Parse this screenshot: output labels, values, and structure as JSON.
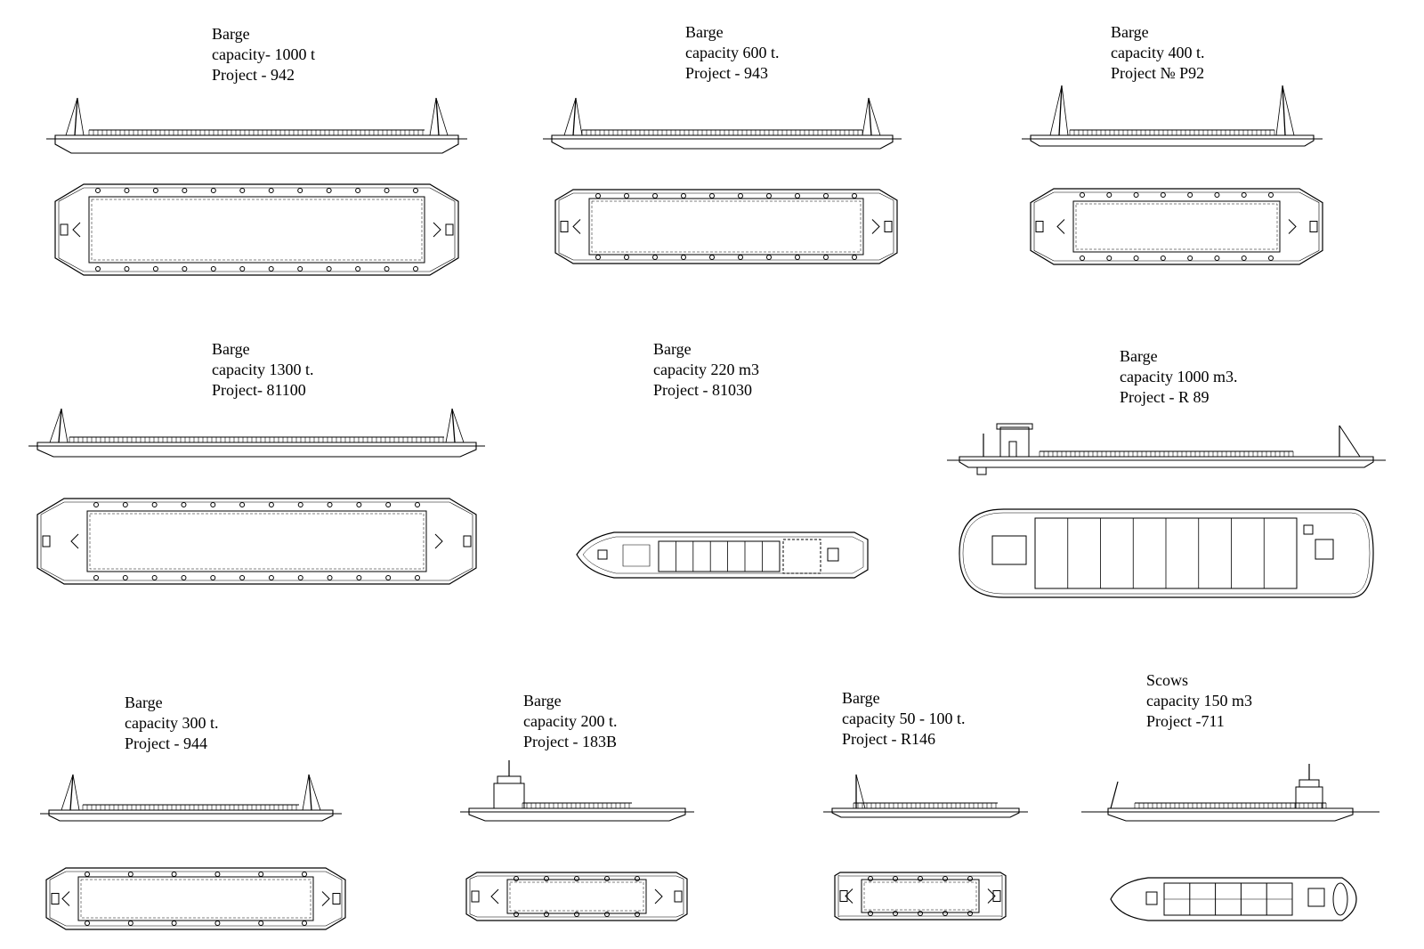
{
  "vessels": [
    {
      "id": "v1",
      "kind": "barge-long",
      "title": "Barge",
      "capacity": "capacity- 1000 t",
      "project": "Project - 942"
    },
    {
      "id": "v2",
      "kind": "barge-med",
      "title": "Barge",
      "capacity": "capacity 600 t.",
      "project": "Project - 943"
    },
    {
      "id": "v3",
      "kind": "barge-400",
      "title": "Barge",
      "capacity": "capacity 400 t.",
      "project": "Project № P92"
    },
    {
      "id": "v4",
      "kind": "barge-long",
      "title": "Barge",
      "capacity": "capacity 1300 t.",
      "project": "Project- 81100"
    },
    {
      "id": "v5",
      "kind": "hopper",
      "title": "Barge",
      "capacity": "capacity 220 m3",
      "project": "Project - 81030"
    },
    {
      "id": "v6",
      "kind": "hopper-large",
      "title": "Barge",
      "capacity": "capacity 1000 m3.",
      "project": "Project - R 89"
    },
    {
      "id": "v7",
      "kind": "barge-300",
      "title": "Barge",
      "capacity": "capacity 300 t.",
      "project": "Project - 944"
    },
    {
      "id": "v8",
      "kind": "barge-200",
      "title": "Barge",
      "capacity": "capacity 200 t.",
      "project": "Project - 183B"
    },
    {
      "id": "v9",
      "kind": "barge-small",
      "title": "Barge",
      "capacity": "capacity 50 - 100 t.",
      "project": "Project - R146"
    },
    {
      "id": "v10",
      "kind": "scow",
      "title": "Scows",
      "capacity": "capacity 150 m3",
      "project": "Project -711"
    }
  ]
}
